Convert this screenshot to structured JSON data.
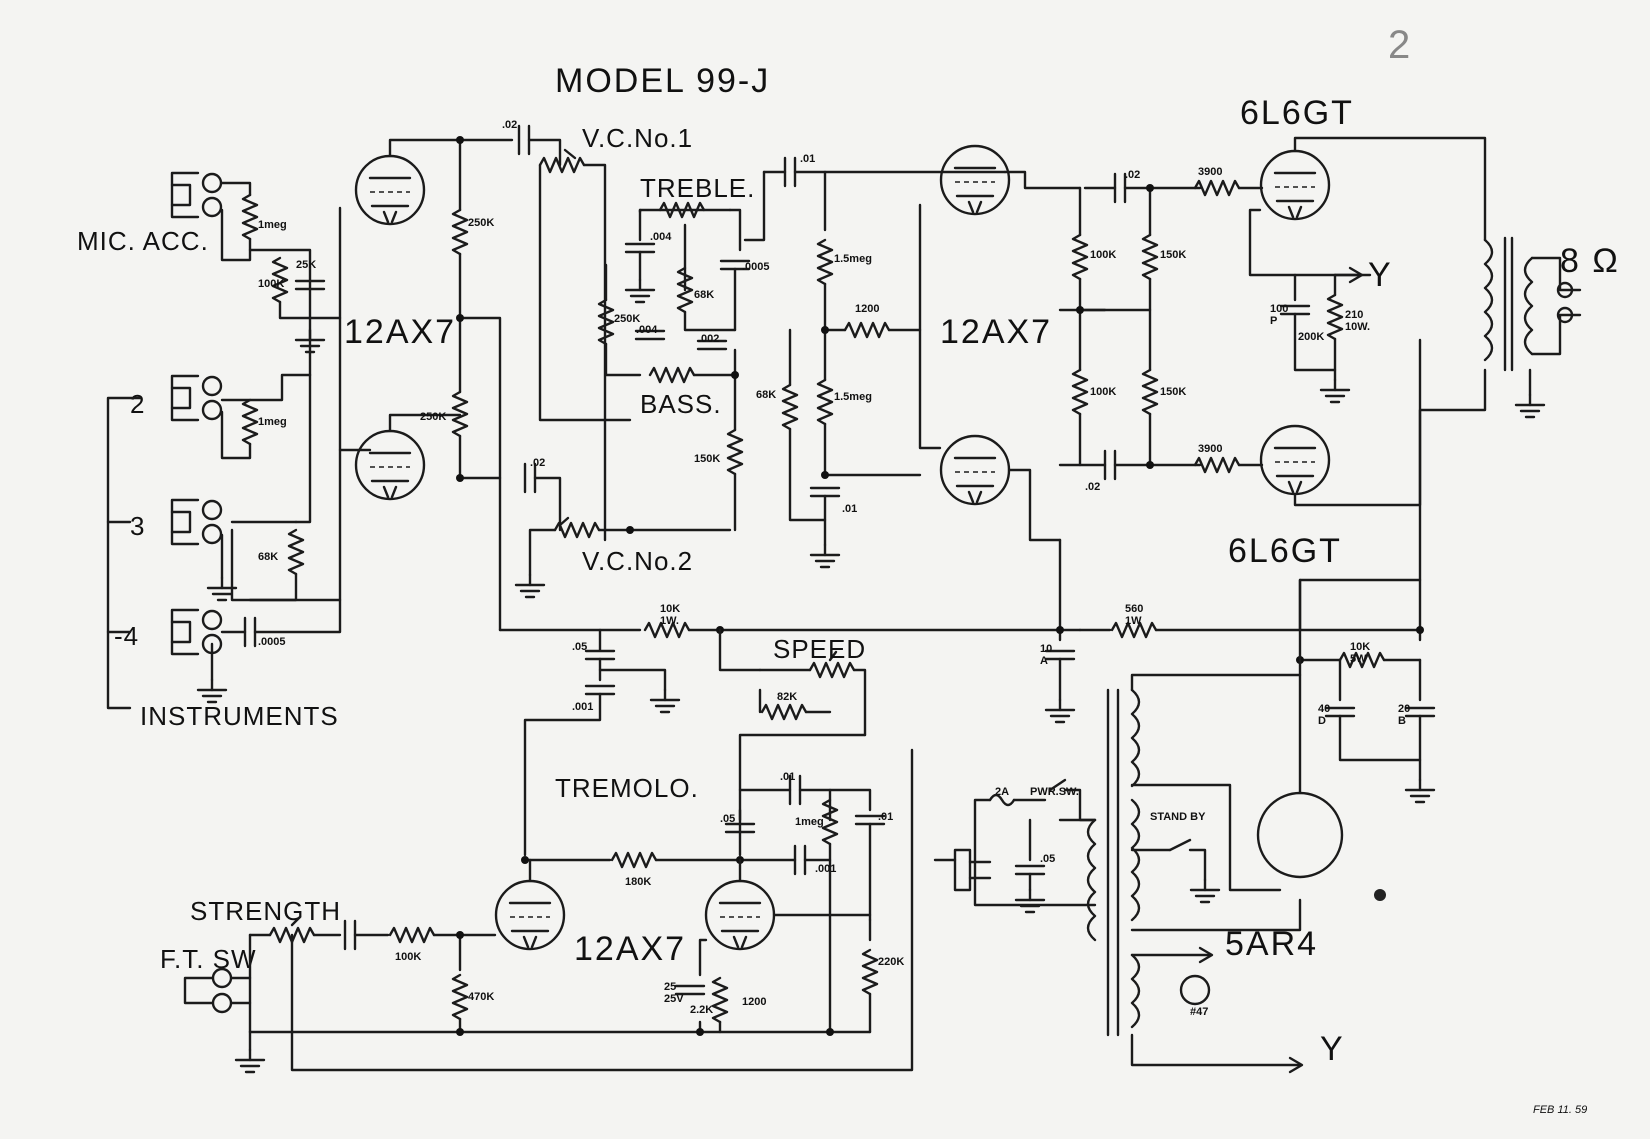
{
  "title": "MODEL 99-J",
  "sheet_number": "2",
  "inputs": {
    "mic": "MIC. ACC.",
    "jack2": "2",
    "jack3": "3",
    "jack4": "-4",
    "instruments": "INSTRUMENTS"
  },
  "tubes": {
    "v1": "12AX7",
    "v2": "12AX7",
    "v3": "12AX7",
    "power_top": "6L6GT",
    "power_bottom": "6L6GT",
    "rectifier": "5AR4"
  },
  "controls": {
    "vc1": "V.C.No.1",
    "vc2": "V.C.No.2",
    "treble": "TREBLE.",
    "bass": "BASS.",
    "speed": "SPEED",
    "tremolo": "TREMOLO.",
    "strength": "STRENGTH",
    "ft_sw": "F.T. SW",
    "stand_by": "STAND BY",
    "pwr_sw": "PWR.SW.",
    "fuse": "2A",
    "pilot_lamp": "#47",
    "speaker": "8 Ω",
    "node_y": "Y"
  },
  "components": {
    "c_02a": ".02",
    "c_01a": ".01",
    "c_02b": ".02",
    "c_02c": ".02",
    "c_02d": ".02",
    "r_1meg_a": "1meg",
    "r_100k_a": "100K",
    "r_25k": "25K",
    "r_250k_a": "250K",
    "r_250k_b": "250K",
    "r_1meg_b": "1meg",
    "r_68k_a": "68K",
    "c_0005_a": ".0005",
    "c_004a": ".004",
    "c_004b": ".004",
    "c_002": ".002",
    "c_0005_b": ".0005",
    "r_250k_bass": "250K",
    "r_68k_t": "68K",
    "r_150k_tb": "150K",
    "r_1_5meg_a": "1.5meg",
    "r_1_5meg_b": "1.5meg",
    "r_68k_b": "68K",
    "r_1200": "1200",
    "c_01b": ".01",
    "r_100k_p1": "100K",
    "r_100k_p2": "100K",
    "r_150k_p1": "150K",
    "r_150k_p2": "150K",
    "r_3900a": "3900",
    "r_3900b": "3900",
    "c_100p": "100\nP",
    "r_200k": "200K",
    "r_210": "210\n10W.",
    "r_10k_1w": "10K\n1W.",
    "r_560": "560\n1W",
    "c_10": "10\nA",
    "r_10k_5w": "10K\n5W",
    "c_40": "40\nD",
    "c_20": "20\nB",
    "c_05a": ".05",
    "c_001": ".001",
    "r_82k": "82K",
    "c_01t": ".01",
    "c_05t": ".05",
    "r_1meg_t": "1meg",
    "c_01t2": ".01",
    "c_001t": ".001",
    "r_180k": "180K",
    "r_100k_s": "100K",
    "r_470k": "470K",
    "c_25": "25\n25V",
    "r_1200t": "1200",
    "r_2_2k": "2.2K",
    "r_220k": "220K",
    "c_05p": ".05"
  },
  "date_note": "FEB 11. 59"
}
